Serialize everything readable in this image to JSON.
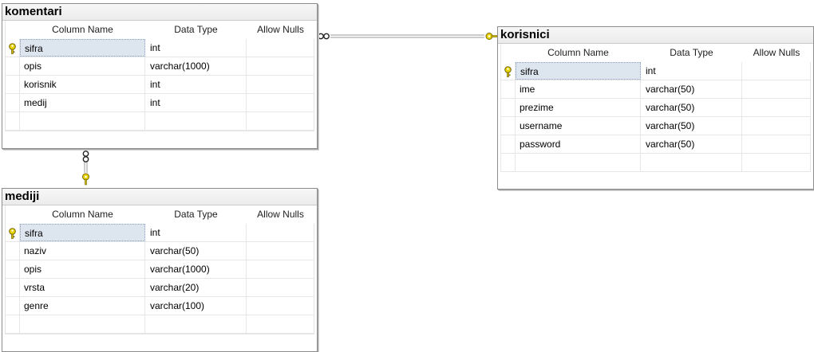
{
  "columns_header": {
    "name": "Column Name",
    "type": "Data Type",
    "nulls": "Allow Nulls"
  },
  "tables": {
    "komentari": {
      "title": "komentari",
      "rows": [
        {
          "name": "sifra",
          "type": "int",
          "pk": true
        },
        {
          "name": "opis",
          "type": "varchar(1000)"
        },
        {
          "name": "korisnik",
          "type": "int"
        },
        {
          "name": "medij",
          "type": "int"
        }
      ]
    },
    "korisnici": {
      "title": "korisnici",
      "rows": [
        {
          "name": "sifra",
          "type": "int",
          "pk": true
        },
        {
          "name": "ime",
          "type": "varchar(50)"
        },
        {
          "name": "prezime",
          "type": "varchar(50)"
        },
        {
          "name": "username",
          "type": "varchar(50)"
        },
        {
          "name": "password",
          "type": "varchar(50)"
        }
      ]
    },
    "mediji": {
      "title": "mediji",
      "rows": [
        {
          "name": "sifra",
          "type": "int",
          "pk": true
        },
        {
          "name": "naziv",
          "type": "varchar(50)"
        },
        {
          "name": "opis",
          "type": "varchar(1000)"
        },
        {
          "name": "vrsta",
          "type": "varchar(20)"
        },
        {
          "name": "genre",
          "type": "varchar(100)"
        }
      ]
    }
  },
  "relationships": [
    {
      "from": "komentari",
      "to": "korisnici",
      "many_end": "komentari",
      "one_end": "korisnici"
    },
    {
      "from": "komentari",
      "to": "mediji",
      "many_end": "komentari",
      "one_end": "mediji"
    }
  ],
  "colors": {
    "key_icon": "#e8d400",
    "pk_highlight": "#dde5ef",
    "grid": "#e6e6e6"
  }
}
